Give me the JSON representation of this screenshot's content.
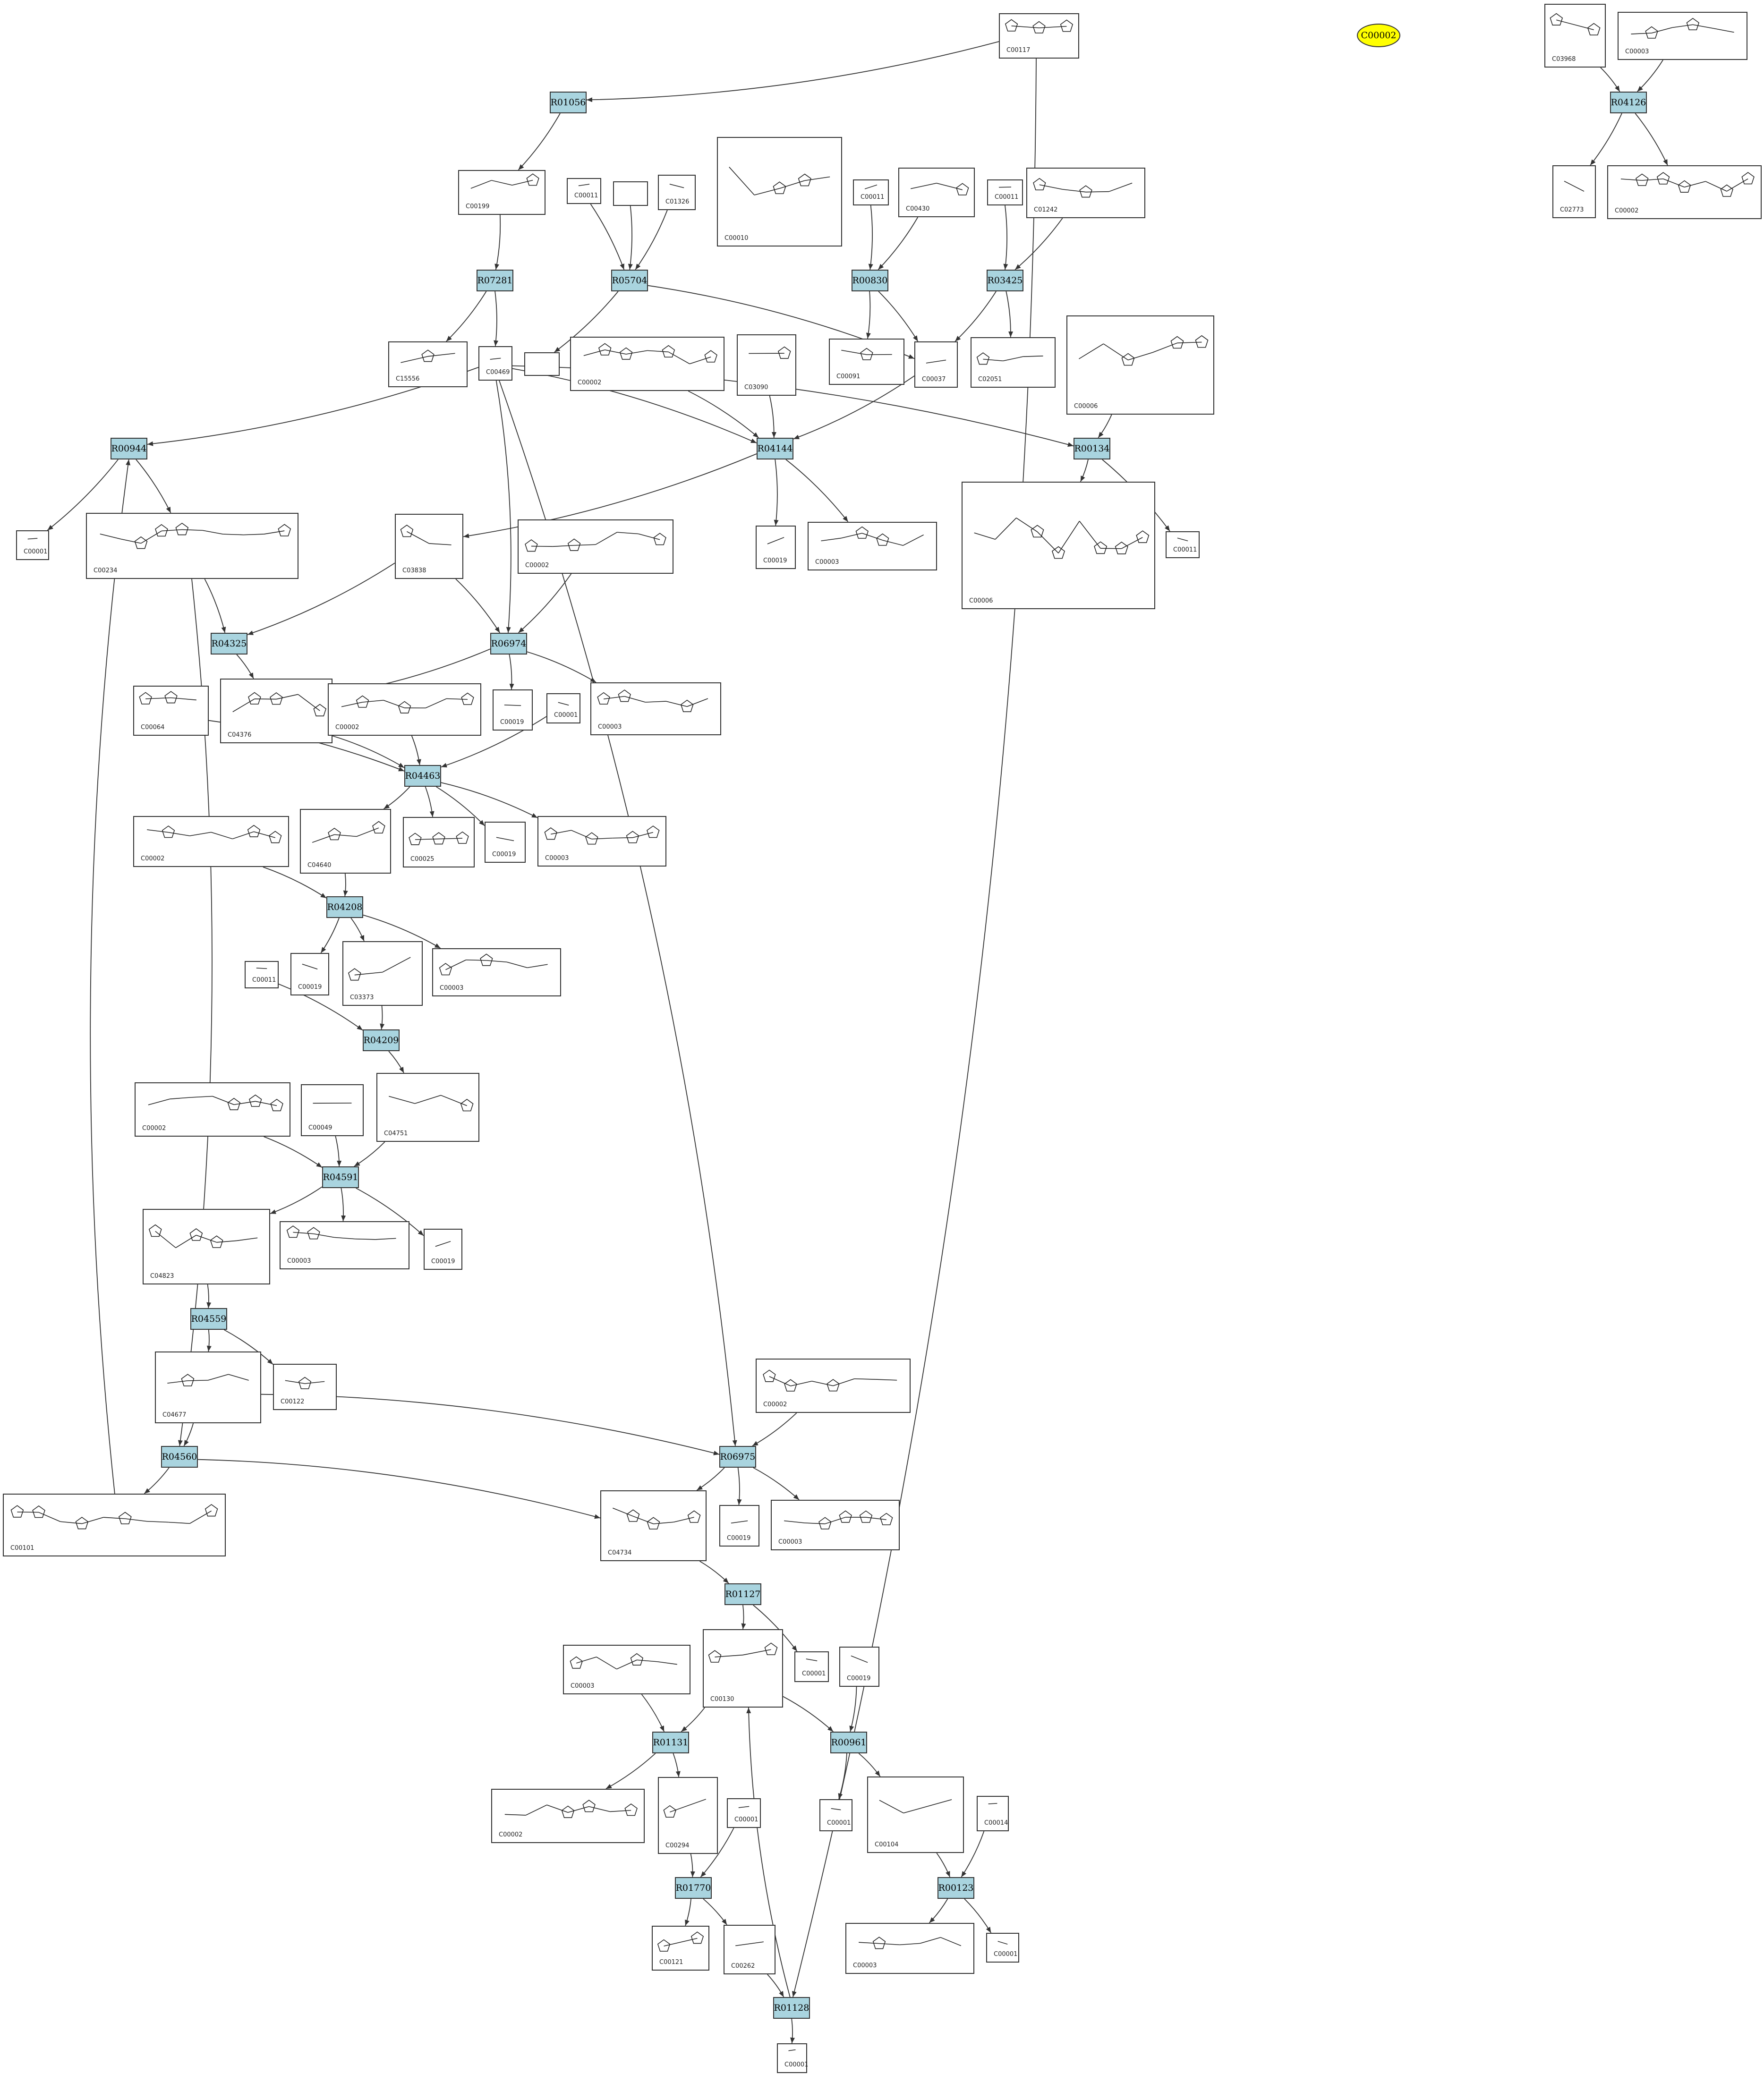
{
  "colors": {
    "reaction_fill": "#a9d4df",
    "highlight_fill": "#ffff00",
    "edge": "#333333",
    "box_border": "#333333"
  },
  "highlight": {
    "id": "C00002"
  },
  "reactions": [
    {
      "id": "R01056"
    },
    {
      "id": "R07281"
    },
    {
      "id": "R05704"
    },
    {
      "id": "R00830"
    },
    {
      "id": "R03425"
    },
    {
      "id": "R04126"
    },
    {
      "id": "R00944"
    },
    {
      "id": "R04144"
    },
    {
      "id": "R00134"
    },
    {
      "id": "R04325"
    },
    {
      "id": "R06974"
    },
    {
      "id": "R04463"
    },
    {
      "id": "R04208"
    },
    {
      "id": "R04209"
    },
    {
      "id": "R04591"
    },
    {
      "id": "R04559"
    },
    {
      "id": "R04560"
    },
    {
      "id": "R06975"
    },
    {
      "id": "R01127"
    },
    {
      "id": "R01131"
    },
    {
      "id": "R00961"
    },
    {
      "id": "R01770"
    },
    {
      "id": "R00123"
    },
    {
      "id": "R01128"
    }
  ],
  "compounds": [
    {
      "id": "C00117"
    },
    {
      "id": "C03968"
    },
    {
      "id": "C00003"
    },
    {
      "id": "C00199"
    },
    {
      "id": "C00011"
    },
    {
      "id": ""
    },
    {
      "id": "C01326"
    },
    {
      "id": "C00010"
    },
    {
      "id": "C00011"
    },
    {
      "id": "C00430"
    },
    {
      "id": "C00011"
    },
    {
      "id": "C01242"
    },
    {
      "id": "C02773"
    },
    {
      "id": "C00002"
    },
    {
      "id": "C15556"
    },
    {
      "id": "C00469"
    },
    {
      "id": ""
    },
    {
      "id": "C00002"
    },
    {
      "id": "C03090"
    },
    {
      "id": "C00091"
    },
    {
      "id": "C00037"
    },
    {
      "id": "C02051"
    },
    {
      "id": "C00006"
    },
    {
      "id": "C00001"
    },
    {
      "id": "C00234"
    },
    {
      "id": "C03838"
    },
    {
      "id": "C00002"
    },
    {
      "id": "C00019"
    },
    {
      "id": "C00003"
    },
    {
      "id": "C00006"
    },
    {
      "id": "C00011"
    },
    {
      "id": "C00064"
    },
    {
      "id": "C04376"
    },
    {
      "id": "C00002"
    },
    {
      "id": "C00019"
    },
    {
      "id": "C00001"
    },
    {
      "id": "C00003"
    },
    {
      "id": "C00002"
    },
    {
      "id": "C04640"
    },
    {
      "id": "C00025"
    },
    {
      "id": "C00019"
    },
    {
      "id": "C00003"
    },
    {
      "id": "C00011"
    },
    {
      "id": "C00019"
    },
    {
      "id": "C03373"
    },
    {
      "id": "C00003"
    },
    {
      "id": "C00002"
    },
    {
      "id": "C00049"
    },
    {
      "id": "C04751"
    },
    {
      "id": "C04823"
    },
    {
      "id": "C00003"
    },
    {
      "id": "C00019"
    },
    {
      "id": "C04677"
    },
    {
      "id": "C00122"
    },
    {
      "id": "C00002"
    },
    {
      "id": "C00101"
    },
    {
      "id": "C04734"
    },
    {
      "id": "C00019"
    },
    {
      "id": "C00003"
    },
    {
      "id": "C00003"
    },
    {
      "id": "C00130"
    },
    {
      "id": "C00001"
    },
    {
      "id": "C00019"
    },
    {
      "id": "C00002"
    },
    {
      "id": "C00294"
    },
    {
      "id": "C00001"
    },
    {
      "id": "C00001"
    },
    {
      "id": "C00104"
    },
    {
      "id": "C00014"
    },
    {
      "id": "C00121"
    },
    {
      "id": "C00262"
    },
    {
      "id": "C00003"
    },
    {
      "id": "C00001"
    },
    {
      "id": "C00001"
    }
  ],
  "edges": [
    [
      "c0",
      "r0"
    ],
    [
      "c0",
      "r23"
    ],
    [
      "r0",
      "c3"
    ],
    [
      "c3",
      "r1"
    ],
    [
      "r1",
      "c14"
    ],
    [
      "r1",
      "c15"
    ],
    [
      "c4",
      "r2"
    ],
    [
      "c5",
      "r2"
    ],
    [
      "c6",
      "r2"
    ],
    [
      "r2",
      "c16"
    ],
    [
      "r2",
      "c20"
    ],
    [
      "c8",
      "r3"
    ],
    [
      "c9",
      "r3"
    ],
    [
      "r3",
      "c19"
    ],
    [
      "r3",
      "c20"
    ],
    [
      "c10",
      "r4"
    ],
    [
      "c11",
      "r4"
    ],
    [
      "r4",
      "c21"
    ],
    [
      "r4",
      "c20"
    ],
    [
      "c1",
      "r5"
    ],
    [
      "c2",
      "r5"
    ],
    [
      "r5",
      "c12"
    ],
    [
      "r5",
      "c13"
    ],
    [
      "c15",
      "r6"
    ],
    [
      "r6",
      "c23"
    ],
    [
      "r6",
      "c24"
    ],
    [
      "c55",
      "r6"
    ],
    [
      "c17",
      "r7"
    ],
    [
      "c18",
      "r7"
    ],
    [
      "c20",
      "r7"
    ],
    [
      "c15",
      "r7"
    ],
    [
      "r7",
      "c27"
    ],
    [
      "r7",
      "c28"
    ],
    [
      "r7",
      "c25"
    ],
    [
      "c15",
      "r8"
    ],
    [
      "c22",
      "r8"
    ],
    [
      "r8",
      "c29"
    ],
    [
      "r8",
      "c30"
    ],
    [
      "c24",
      "r9"
    ],
    [
      "c25",
      "r9"
    ],
    [
      "r9",
      "c32"
    ],
    [
      "c15",
      "r10"
    ],
    [
      "c25",
      "r10"
    ],
    [
      "c26",
      "r10"
    ],
    [
      "r10",
      "c32"
    ],
    [
      "r10",
      "c34"
    ],
    [
      "r10",
      "c36"
    ],
    [
      "c31",
      "r11"
    ],
    [
      "c32",
      "r11"
    ],
    [
      "c33",
      "r11"
    ],
    [
      "c35",
      "r11"
    ],
    [
      "r11",
      "c38"
    ],
    [
      "r11",
      "c39"
    ],
    [
      "r11",
      "c40"
    ],
    [
      "r11",
      "c41"
    ],
    [
      "c37",
      "r12"
    ],
    [
      "c38",
      "r12"
    ],
    [
      "r12",
      "c43"
    ],
    [
      "r12",
      "c44"
    ],
    [
      "r12",
      "c45"
    ],
    [
      "c42",
      "r13"
    ],
    [
      "c44",
      "r13"
    ],
    [
      "r13",
      "c48"
    ],
    [
      "c46",
      "r14"
    ],
    [
      "c47",
      "r14"
    ],
    [
      "c48",
      "r14"
    ],
    [
      "r14",
      "c49"
    ],
    [
      "r14",
      "c50"
    ],
    [
      "r14",
      "c51"
    ],
    [
      "c49",
      "r15"
    ],
    [
      "r15",
      "c52"
    ],
    [
      "r15",
      "c53"
    ],
    [
      "c52",
      "r16"
    ],
    [
      "c24",
      "r16"
    ],
    [
      "r16",
      "c55"
    ],
    [
      "r16",
      "c56"
    ],
    [
      "c52",
      "r17"
    ],
    [
      "c54",
      "r17"
    ],
    [
      "c15",
      "r17"
    ],
    [
      "r17",
      "c56"
    ],
    [
      "r17",
      "c57"
    ],
    [
      "r17",
      "c58"
    ],
    [
      "c56",
      "r18"
    ],
    [
      "r18",
      "c60"
    ],
    [
      "r18",
      "c61"
    ],
    [
      "c59",
      "r19"
    ],
    [
      "c60",
      "r19"
    ],
    [
      "r19",
      "c63"
    ],
    [
      "r19",
      "c64"
    ],
    [
      "c60",
      "r20"
    ],
    [
      "c62",
      "r20"
    ],
    [
      "r20",
      "c66"
    ],
    [
      "r20",
      "c67"
    ],
    [
      "c64",
      "r21"
    ],
    [
      "c65",
      "r21"
    ],
    [
      "r21",
      "c69"
    ],
    [
      "r21",
      "c70"
    ],
    [
      "c67",
      "r22"
    ],
    [
      "c68",
      "r22"
    ],
    [
      "r22",
      "c71"
    ],
    [
      "r22",
      "c72"
    ],
    [
      "c70",
      "r23"
    ],
    [
      "r23",
      "c60"
    ],
    [
      "r23",
      "c73"
    ]
  ]
}
